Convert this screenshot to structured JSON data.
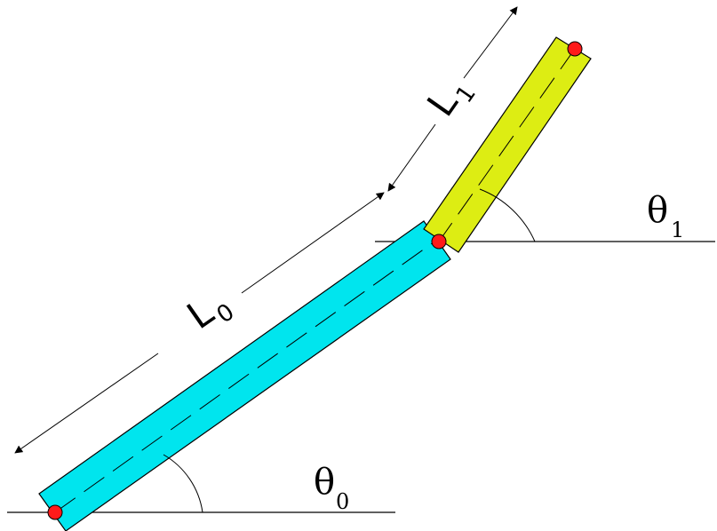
{
  "colors": {
    "link0_fill": "#00e5ee",
    "link1_fill": "#dded13",
    "joint_fill": "#ff1a1a",
    "stroke": "#000000",
    "background": "#ffffff"
  },
  "labels": {
    "link0_symbol": "L",
    "link0_subscript": "0",
    "link1_symbol": "L",
    "link1_subscript": "1",
    "angle0_symbol": "θ",
    "angle0_subscript": "0",
    "angle1_symbol": "θ",
    "angle1_subscript": "1"
  }
}
